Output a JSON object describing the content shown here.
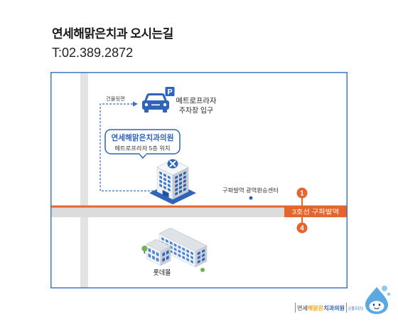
{
  "header": {
    "title": "연세해맑은치과 오시는길",
    "phone": "T:02.389.2872"
  },
  "map": {
    "parking": {
      "route_note": "건물뒷편",
      "sign_letter": "P",
      "label_line1": "메트로프라자",
      "label_line2": "주차장 입구"
    },
    "clinic": {
      "name": "연세해맑은치과의원",
      "location": "메트로프라자 5층 위치"
    },
    "transit_center": "구파발역 광역환승센터",
    "subway": {
      "station": "3호선 구파발역",
      "exits": [
        "1",
        "4"
      ]
    },
    "mall": "롯데몰"
  },
  "logo": {
    "name_parts": [
      "연세",
      "해맑은",
      "치과의원"
    ],
    "branch": "은평크리닉"
  },
  "icons": {
    "car": "car-icon",
    "parking": "parking-sign-icon",
    "route_arrow": "arrow-right-icon",
    "clinic_building": "hospital-building-icon",
    "station_marker": "location-dot-icon",
    "mall_building": "mall-building-icon",
    "mascot": "mascot-drop-icon"
  },
  "colors": {
    "accent_blue": "#2f64b8",
    "map_border_blue": "#4078c8",
    "subway_orange": "#e5652e",
    "road_gray": "#dcdcdc",
    "title_text": "#1a1a1a"
  }
}
